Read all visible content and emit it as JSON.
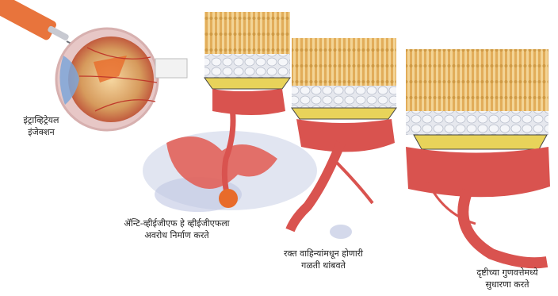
{
  "labels": {
    "injection": "इंट्राव्हिट्रेयल\nइंजेक्शन",
    "anti_vegf": "ॲन्टि-व्हीईजीएफ हे व्हीईजीएफला\nअवरोध निर्माण करते",
    "leak": "रक्त वाहिन्यांमधून होणारी\nगळती थांबवते",
    "vision": "दृष्टीच्या गुणवत्तेमध्ये\nसुधारणा करते"
  },
  "colors": {
    "photoreceptor": "#e8b765",
    "vessel": "#d9534f",
    "membrane": "#c9cfe6",
    "rpe_yellow": "#e8d35a",
    "syringe": "#e8743c"
  }
}
